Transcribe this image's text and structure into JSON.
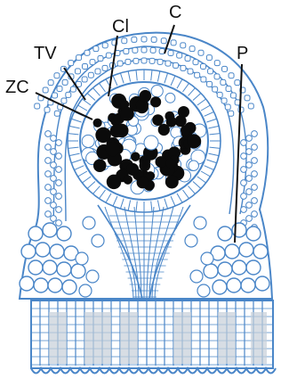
{
  "labels": {
    "c": "C",
    "cl": "Cl",
    "tv": "TV",
    "zc": "ZC",
    "p": "P"
  },
  "colors": {
    "cell_line": "#4a86c8",
    "cell_fill": "#ffffff",
    "zone_fill": "#ffffff",
    "dark_cells": "#0b0b0b",
    "basal_shade": "#c6cfd9",
    "label_text": "#111111",
    "leader_line": "#111111"
  }
}
